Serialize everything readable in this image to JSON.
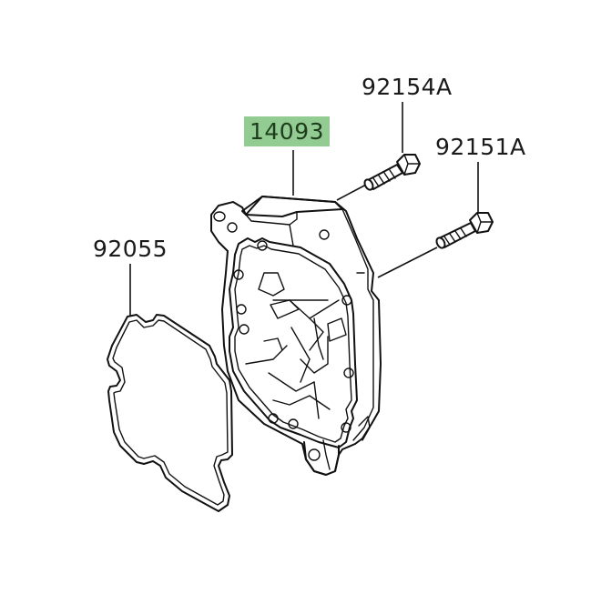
{
  "diagram": {
    "type": "exploded parts diagram",
    "background": "#ffffff",
    "highlight_color": "#93cc93",
    "parts": [
      {
        "id": "14093",
        "label": "14093",
        "description": "cover",
        "highlighted": true
      },
      {
        "id": "92154A",
        "label": "92154A",
        "description": "bolt (upper)",
        "highlighted": false
      },
      {
        "id": "92151A",
        "label": "92151A",
        "description": "bolt (lower)",
        "highlighted": false
      },
      {
        "id": "92055",
        "label": "92055",
        "description": "gasket / o-ring",
        "highlighted": false
      }
    ]
  }
}
